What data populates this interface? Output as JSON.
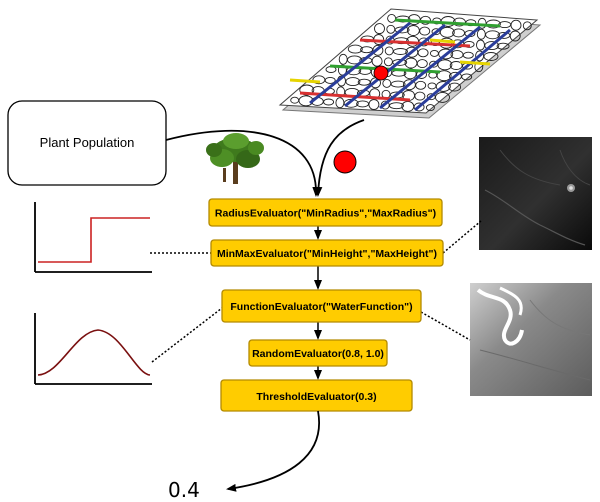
{
  "population": {
    "label": "Plant Population"
  },
  "evaluators": [
    {
      "id": "radius",
      "label": "RadiusEvaluator(\"MinRadius\",\"MaxRadius\")"
    },
    {
      "id": "minmax",
      "label": "MinMaxEvaluator(\"MinHeight\",\"MaxHeight\")"
    },
    {
      "id": "function",
      "label": "FunctionEvaluator(\"WaterFunction\")"
    },
    {
      "id": "random",
      "label": "RandomEvaluator(0.8, 1.0)"
    },
    {
      "id": "threshold",
      "label": "ThresholdEvaluator(0.3)"
    }
  ],
  "output": {
    "value": "0.4"
  },
  "colors": {
    "evaluator_fill": "#ffcc00",
    "evaluator_stroke": "#b38a00",
    "marker": "#ff0000",
    "step_curve": "#cc2222",
    "bell_curve": "#7a1010"
  },
  "icons": {
    "tree": "tree-icon",
    "grid": "plant-grid-illustration",
    "heightmap": "heightmap-image",
    "watermap": "water-map-image"
  }
}
